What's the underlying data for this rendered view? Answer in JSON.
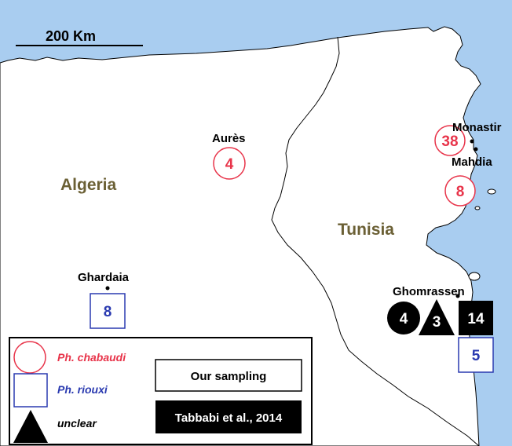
{
  "scale_bar": {
    "label": "200 Km"
  },
  "countries": {
    "algeria": "Algeria",
    "tunisia": "Tunisia"
  },
  "sites": {
    "aures": {
      "name": "Aurès",
      "chabaudi_count": "4"
    },
    "monastir": {
      "name": "Monastir",
      "chabaudi_count": "38"
    },
    "mahdia": {
      "name": "Mahdia",
      "chabaudi_count": "8"
    },
    "ghardaia": {
      "name": "Ghardaia",
      "riouxi_count": "8"
    },
    "ghomrassen": {
      "name": "Ghomrassen",
      "tabbabi_circle_count": "4",
      "tabbabi_triangle_count": "3",
      "tabbabi_square_count": "14",
      "riouxi_count": "5"
    }
  },
  "legend": {
    "chabaudi": "Ph. chabaudi",
    "riouxi": "Ph. riouxi",
    "unclear": "unclear",
    "our_sampling": "Our sampling",
    "tabbabi": "Tabbabi et al., 2014"
  },
  "colors": {
    "sea": "#a9cdf0",
    "land": "#ffffff",
    "chabaudi": "#e8344a",
    "riouxi": "#2a3ab0",
    "country_label": "#6b6035",
    "black": "#000000"
  }
}
